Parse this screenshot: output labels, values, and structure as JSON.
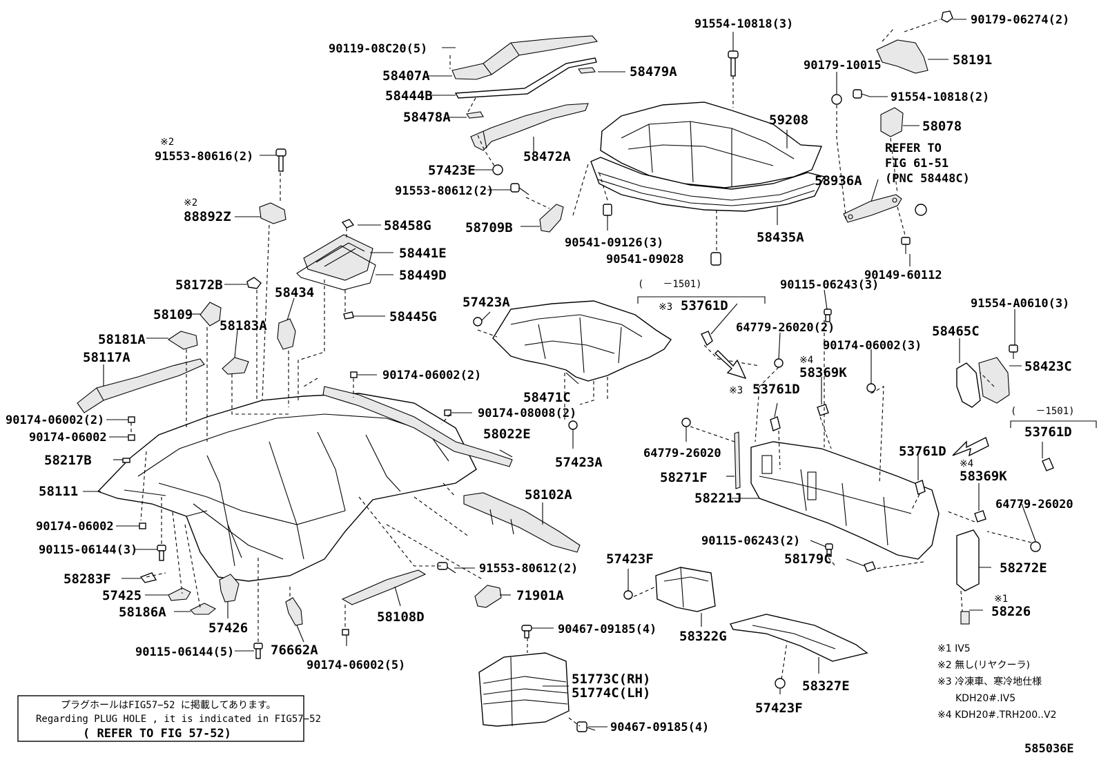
{
  "diagram_code": "585036E",
  "labels": {
    "p1": "90119-08C20(5)",
    "p2": "58407A",
    "p3": "58444B",
    "p4": "58478A",
    "p5": "58479A",
    "p6": "58472A",
    "p7": "57423E",
    "p8": "91553-80612(2)",
    "p9": "58709B",
    "p10": "91553-80616(2)",
    "p11": "88892Z",
    "p12": "58458G",
    "p13": "58441E",
    "p14": "58449D",
    "p15": "58445G",
    "p16": "58434",
    "p17": "58172B",
    "p18": "58109",
    "p19": "58183A",
    "p20": "58181A",
    "p21": "58117A",
    "p22": "90174-06002(2)",
    "p23": "90174-06002(2)",
    "p24": "90174-06002",
    "p25": "90174-08008(2)",
    "p26": "58217B",
    "p27": "58111",
    "p28": "58022E",
    "p29": "90174-06002",
    "p30": "90115-06144(3)",
    "p31": "58102A",
    "p32": "58283F",
    "p33": "57425",
    "p34": "58186A",
    "p35": "57426",
    "p36": "76662A",
    "p37": "91553-80612(2)",
    "p38": "71901A",
    "p39": "58108D",
    "p40": "90115-06144(5)",
    "p41": "90174-06002(5)",
    "p42": "90467-09185(4)",
    "p43": "51773C(RH)",
    "p44": "51774C(LH)",
    "p45": "90467-09185(4)",
    "p46": "57423A",
    "p47": "58471C",
    "p48": "57423A",
    "p49": "91554-10818(3)",
    "p50": "59208",
    "p51": "58435A",
    "p52": "90541-09126(3)",
    "p53": "90541-09028",
    "p54": "90179-06274(2)",
    "p55": "58191",
    "p56": "90179-10015",
    "p57": "91554-10818(2)",
    "p58": "58078",
    "p59": "58936A",
    "p60": "90149-60112",
    "p61": "53761D",
    "p62": "90115-06243(3)",
    "p63": "64779-26020(2)",
    "p64": "90174-06002(3)",
    "p65": "58369K",
    "p66": "53761D",
    "p67": "64779-26020",
    "p68": "58271F",
    "p69": "58221J",
    "p70": "58465C",
    "p71": "91554-A0610(3)",
    "p72": "58423C",
    "p73": "53761D",
    "p74": "53761D",
    "p75": "58369K",
    "p76": "64779-26020",
    "p77": "90115-06243(2)",
    "p78": "58179C",
    "p79": "58272E",
    "p80": "58226",
    "p81": "57423F",
    "p82": "58322G",
    "p83": "58327E",
    "p84": "57423F"
  },
  "refer_text": {
    "line1": "REFER TO",
    "line2": "FIG 61-51",
    "line3": "(PNC 58448C)"
  },
  "markers": {
    "m2a": "※2",
    "m2b": "※2",
    "m3a": "※3",
    "m3b": "※3",
    "m4a": "※4",
    "m4b": "※4",
    "m1": "※1"
  },
  "ranges": {
    "r1": "(　　－1501)",
    "r2": "(　　－1501)"
  },
  "notes": {
    "n1": "※1 IV5",
    "n2": "※2 無し(リヤクーラ)",
    "n3a": "※3 冷凍車、寒冷地仕様",
    "n3b": "KDH20#.IV5",
    "n4": "※4 KDH20#.TRH200..V2"
  },
  "plug_note": {
    "jp": "プラグホールはFIG57−52 に掲載してあります。",
    "en": "Regarding PLUG HOLE , it is indicated in FIG57−52",
    "ref": "( REFER TO FIG 57-52)"
  }
}
